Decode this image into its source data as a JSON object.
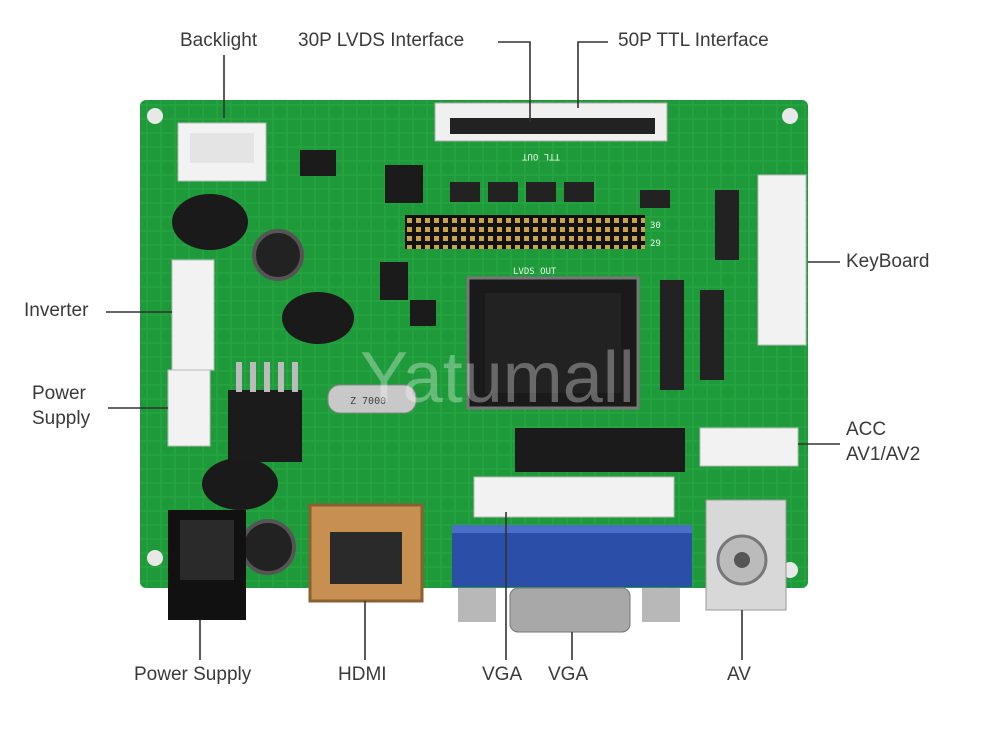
{
  "labels": {
    "backlight": "Backlight",
    "lvds": "30P LVDS Interface",
    "ttl": "50P TTL Interface",
    "keyboard": "KeyBoard",
    "inverter": "Inverter",
    "power_supply_side_line1": "Power",
    "power_supply_side_line2": "Supply",
    "acc_line1": "ACC",
    "acc_line2": "AV1/AV2",
    "power_supply_bottom": "Power Supply",
    "hdmi": "HDMI",
    "vga_left": "VGA",
    "vga_right": "VGA",
    "av": "AV"
  },
  "board_text": {
    "ttl_out": "TTL OUT",
    "lvds_out": "LVDS OUT",
    "watermark": "Yatumall",
    "crystal": "Z 7000",
    "pin30": "30",
    "pin29": "29"
  },
  "colors": {
    "pcb": "#1f9a3a",
    "pcb_dark": "#157a2c",
    "connector_white": "#f2f2f2",
    "vga_blue": "#2b4fa8",
    "label_text": "#3a3a3a",
    "leader_line": "#333333"
  }
}
